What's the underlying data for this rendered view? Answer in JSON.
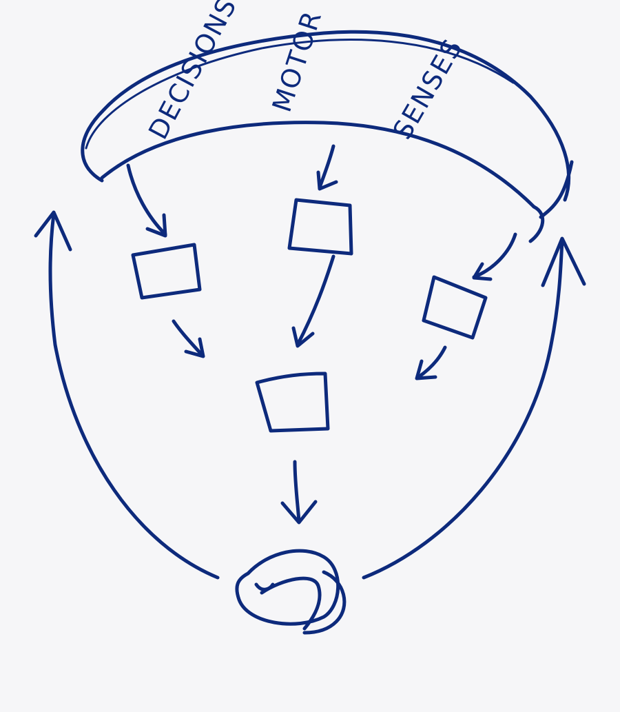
{
  "diagram": {
    "band_labels": {
      "decisions": "DECISIONS",
      "motor": "MOTOR",
      "senses": "SENSES"
    },
    "ink_color": "#0d2a7c",
    "background_color": "#f6f6f8"
  }
}
